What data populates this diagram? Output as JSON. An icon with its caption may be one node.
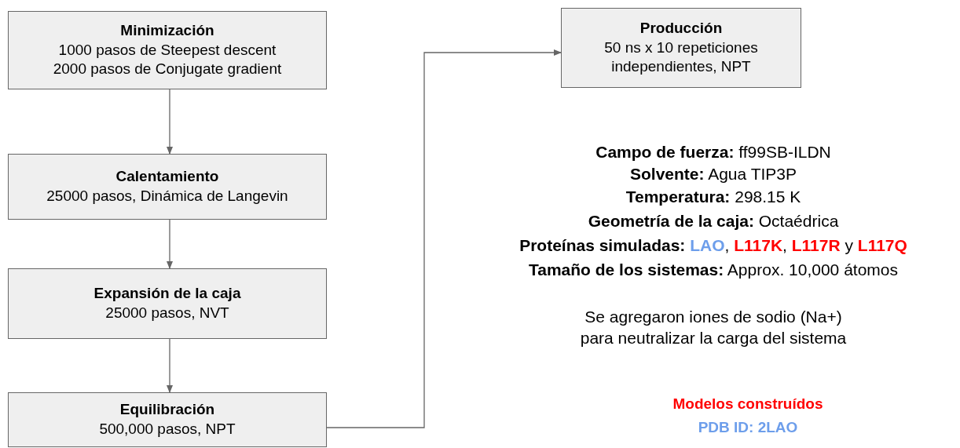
{
  "diagram": {
    "nodes": [
      {
        "text": [
          "Minimización",
          "1000 pasos de Steepest descent",
          "2000 pasos de Conjugate gradient"
        ]
      },
      {
        "text": [
          "Calentamiento",
          "25000 pasos, Dinámica de Langevin"
        ]
      },
      {
        "text": [
          "Expansión de la caja",
          "25000 pasos, NVT"
        ]
      },
      {
        "text": [
          "Equilibración",
          "500,000 pasos, NPT"
        ]
      },
      {
        "text": [
          "Producción",
          "50 ns x 10 repeticiones independientes, NPT"
        ]
      }
    ],
    "edges": [
      {
        "from": 0,
        "to": 1,
        "arrow": "to"
      },
      {
        "from": 1,
        "to": 2,
        "arrow": "to"
      },
      {
        "from": 2,
        "to": 3,
        "arrow": "to"
      },
      {
        "from": 3,
        "to": 4,
        "arrow": "to"
      }
    ],
    "labels": [
      "**Campo de fuerza:**  ff99SB-ILDN",
      "**Solvente:** Agua TIP3P",
      "**Temperatura:** 298.15 K",
      "**Geometría de la caja:** Octaédrica",
      "**Proteínas simuladas:** **LAO**, **L117K**, **L117R** y **L117Q**",
      "**Tamaño de los sistemas:** Approx. 10,000 átomos",
      "Se agregaron iones de sodio (Na+) para neutralizar la carga del sistema",
      "Modelos construídos",
      "PDB ID: 2LAO"
    ]
  }
}
